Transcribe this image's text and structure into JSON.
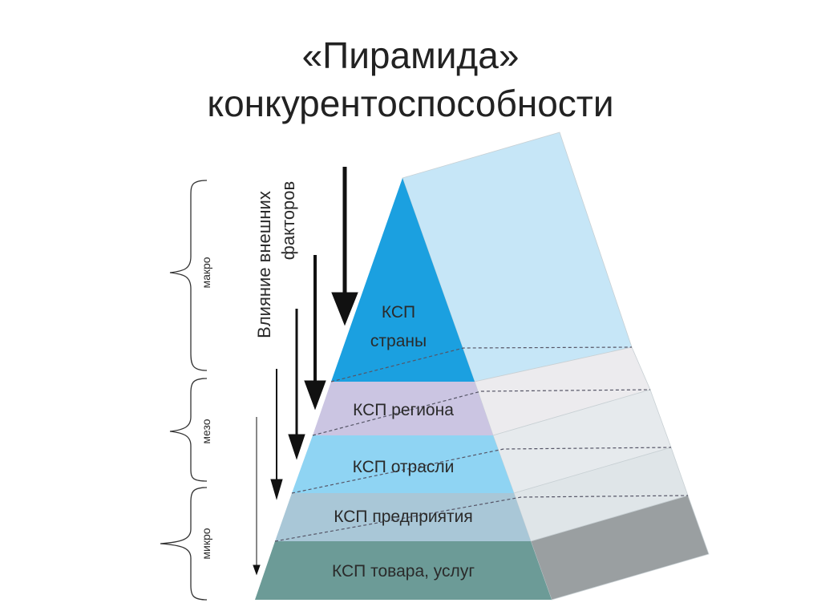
{
  "title": {
    "line1": "«Пирамида»",
    "line2": "конкурентоспособности"
  },
  "influence_label": {
    "line1": "Влияние внешних",
    "line2": "факторов"
  },
  "levels_groups": [
    {
      "label": "макро"
    },
    {
      "label": "мезо"
    },
    {
      "label": "микро"
    }
  ],
  "layers": [
    {
      "label1": "КСП",
      "label2": "страны",
      "front": "#1ba0e0",
      "side": "#c6e6f7"
    },
    {
      "label1": "КСП региона",
      "front": "#cbc5e2",
      "side": "#ecebee"
    },
    {
      "label1": "КСП отрасли",
      "front": "#8fd4f3",
      "side": "#e6eaed"
    },
    {
      "label1": "КСП предприятия",
      "front": "#a9c7d7",
      "side": "#dfe5e8"
    },
    {
      "label1": "КСП товара, услуг",
      "front": "#6c9b97",
      "side": "#9a9fa1"
    }
  ]
}
